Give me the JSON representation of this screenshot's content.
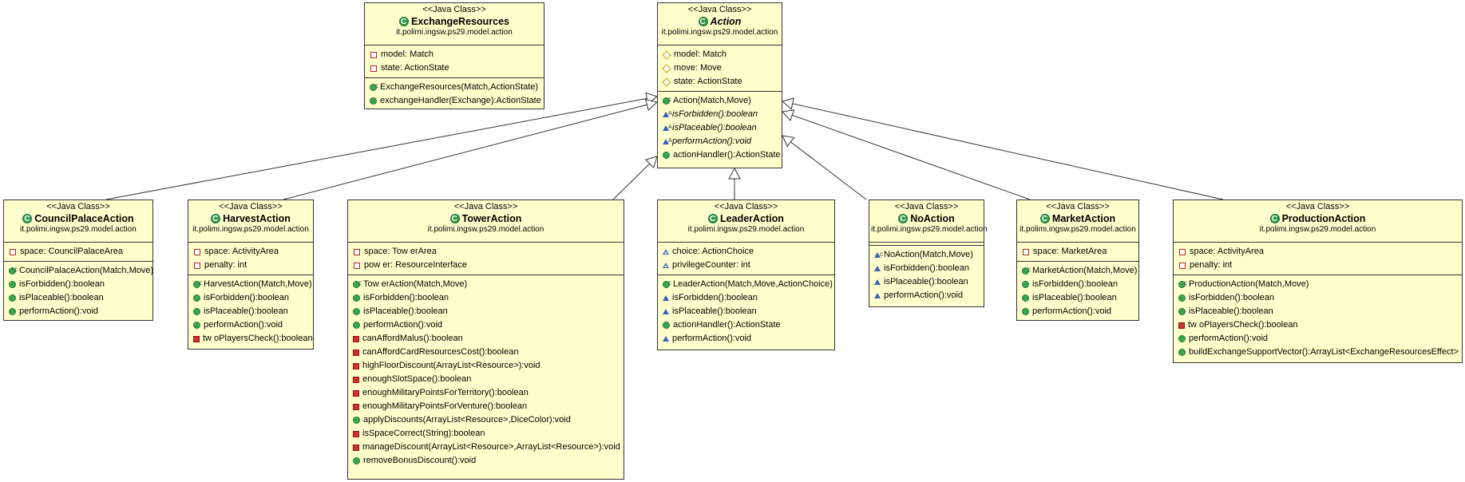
{
  "classes": [
    {
      "id": "ExchangeResources",
      "stereotype": "<<Java Class>>",
      "name": "ExchangeResources",
      "abstract": false,
      "package": "it.polimi.ingsw.ps29.model.action",
      "attributes": [
        {
          "vis": "private",
          "text": "model: Match"
        },
        {
          "vis": "private",
          "text": "state: ActionState"
        }
      ],
      "methods": [
        {
          "vis": "ctor",
          "text": "ExchangeResources(Match,ActionState)"
        },
        {
          "vis": "public",
          "text": "exchangeHandler(Exchange):ActionState"
        }
      ]
    },
    {
      "id": "Action",
      "stereotype": "<<Java Class>>",
      "name": "Action",
      "abstract": true,
      "package": "it.polimi.ingsw.ps29.model.action",
      "attributes": [
        {
          "vis": "protected",
          "text": "model: Match"
        },
        {
          "vis": "protected",
          "text": "move: Move"
        },
        {
          "vis": "protected",
          "text": "state: ActionState"
        }
      ],
      "methods": [
        {
          "vis": "ctor",
          "text": "Action(Match,Move)"
        },
        {
          "vis": "pkgabs",
          "text": "isForbidden():boolean",
          "italic": true
        },
        {
          "vis": "pkgabs",
          "text": "isPlaceable():boolean",
          "italic": true
        },
        {
          "vis": "pkgabs",
          "text": "performAction():void",
          "italic": true
        },
        {
          "vis": "public",
          "text": "actionHandler():ActionState"
        }
      ]
    },
    {
      "id": "CouncilPalaceAction",
      "stereotype": "<<Java Class>>",
      "name": "CouncilPalaceAction",
      "abstract": false,
      "package": "it.polimi.ingsw.ps29.model.action",
      "attributes": [
        {
          "vis": "private",
          "text": "space: CouncilPalaceArea"
        }
      ],
      "methods": [
        {
          "vis": "ctor",
          "text": "CouncilPalaceAction(Match,Move)"
        },
        {
          "vis": "public",
          "text": "isForbidden():boolean"
        },
        {
          "vis": "public",
          "text": "isPlaceable():boolean"
        },
        {
          "vis": "public",
          "text": "performAction():void"
        }
      ]
    },
    {
      "id": "HarvestAction",
      "stereotype": "<<Java Class>>",
      "name": "HarvestAction",
      "abstract": false,
      "package": "it.polimi.ingsw.ps29.model.action",
      "attributes": [
        {
          "vis": "private",
          "text": "space: ActivityArea"
        },
        {
          "vis": "private",
          "text": "penalty: int"
        }
      ],
      "methods": [
        {
          "vis": "ctor",
          "text": "HarvestAction(Match,Move)"
        },
        {
          "vis": "public",
          "text": "isForbidden():boolean"
        },
        {
          "vis": "public",
          "text": "isPlaceable():boolean"
        },
        {
          "vis": "public",
          "text": "performAction():void"
        },
        {
          "vis": "privatem",
          "text": "tw oPlayersCheck():boolean"
        }
      ]
    },
    {
      "id": "TowerAction",
      "stereotype": "<<Java Class>>",
      "name": "TowerAction",
      "abstract": false,
      "package": "it.polimi.ingsw.ps29.model.action",
      "attributes": [
        {
          "vis": "private",
          "text": "space: Tow erArea"
        },
        {
          "vis": "private",
          "text": "pow er: ResourceInterface"
        }
      ],
      "methods": [
        {
          "vis": "ctor",
          "text": "Tow erAction(Match,Move)"
        },
        {
          "vis": "public",
          "text": "isForbidden():boolean"
        },
        {
          "vis": "public",
          "text": "isPlaceable():boolean"
        },
        {
          "vis": "public",
          "text": "performAction():void"
        },
        {
          "vis": "privatem",
          "text": "canAffordMalus():boolean"
        },
        {
          "vis": "privatem",
          "text": "canAffordCardResourcesCost():boolean"
        },
        {
          "vis": "privatem",
          "text": "highFloorDiscount(ArrayList<Resource>):void"
        },
        {
          "vis": "privatem",
          "text": "enoughSlotSpace():boolean"
        },
        {
          "vis": "privatem",
          "text": "enoughMilitaryPointsForTerritory():boolean"
        },
        {
          "vis": "privatem",
          "text": "enoughMilitaryPointsForVenture():boolean"
        },
        {
          "vis": "public",
          "text": "applyDiscounts(ArrayList<Resource>,DiceColor):void"
        },
        {
          "vis": "privatem",
          "text": "isSpaceCorrect(String):boolean"
        },
        {
          "vis": "privatem",
          "text": "manageDiscount(ArrayList<Resource>,ArrayList<Resource>):void"
        },
        {
          "vis": "public",
          "text": "removeBonusDiscount():void"
        }
      ]
    },
    {
      "id": "LeaderAction",
      "stereotype": "<<Java Class>>",
      "name": "LeaderAction",
      "abstract": false,
      "package": "it.polimi.ingsw.ps29.model.action",
      "attributes": [
        {
          "vis": "pkgo",
          "text": "choice: ActionChoice"
        },
        {
          "vis": "pkgo",
          "text": "privilegeCounter: int"
        }
      ],
      "methods": [
        {
          "vis": "ctor",
          "text": "LeaderAction(Match,Move,ActionChoice)"
        },
        {
          "vis": "pkg",
          "text": "isForbidden():boolean"
        },
        {
          "vis": "pkg",
          "text": "isPlaceable():boolean"
        },
        {
          "vis": "public",
          "text": "actionHandler():ActionState"
        },
        {
          "vis": "pkg",
          "text": "performAction():void"
        }
      ]
    },
    {
      "id": "NoAction",
      "stereotype": "<<Java Class>>",
      "name": "NoAction",
      "abstract": false,
      "package": "it.polimi.ingsw.ps29.model.action",
      "attributes": [],
      "methods": [
        {
          "vis": "pkgc",
          "text": "NoAction(Match,Move)"
        },
        {
          "vis": "pkg",
          "text": "isForbidden():boolean"
        },
        {
          "vis": "pkg",
          "text": "isPlaceable():boolean"
        },
        {
          "vis": "pkg",
          "text": "performAction():void"
        }
      ]
    },
    {
      "id": "MarketAction",
      "stereotype": "<<Java Class>>",
      "name": "MarketAction",
      "abstract": false,
      "package": "it.polimi.ingsw.ps29.model.action",
      "attributes": [
        {
          "vis": "private",
          "text": "space: MarketArea"
        }
      ],
      "methods": [
        {
          "vis": "ctor",
          "text": "MarketAction(Match,Move)"
        },
        {
          "vis": "public",
          "text": "isForbidden():boolean"
        },
        {
          "vis": "public",
          "text": "isPlaceable():boolean"
        },
        {
          "vis": "public",
          "text": "performAction():void"
        }
      ]
    },
    {
      "id": "ProductionAction",
      "stereotype": "<<Java Class>>",
      "name": "ProductionAction",
      "abstract": false,
      "package": "it.polimi.ingsw.ps29.model.action",
      "attributes": [
        {
          "vis": "private",
          "text": "space: ActivityArea"
        },
        {
          "vis": "private",
          "text": "penalty: int"
        }
      ],
      "methods": [
        {
          "vis": "ctor",
          "text": "ProductionAction(Match,Move)"
        },
        {
          "vis": "public",
          "text": "isForbidden():boolean"
        },
        {
          "vis": "public",
          "text": "isPlaceable():boolean"
        },
        {
          "vis": "privatem",
          "text": "tw oPlayersCheck():boolean"
        },
        {
          "vis": "public",
          "text": "performAction():void"
        },
        {
          "vis": "public",
          "text": "buildExchangeSupportVector():ArrayList<ExchangeResourcesEffect>"
        }
      ]
    }
  ],
  "generalizations": [
    {
      "from": "CouncilPalaceAction",
      "to": "Action"
    },
    {
      "from": "HarvestAction",
      "to": "Action"
    },
    {
      "from": "TowerAction",
      "to": "Action"
    },
    {
      "from": "LeaderAction",
      "to": "Action"
    },
    {
      "from": "NoAction",
      "to": "Action"
    },
    {
      "from": "MarketAction",
      "to": "Action"
    },
    {
      "from": "ProductionAction",
      "to": "Action"
    }
  ]
}
